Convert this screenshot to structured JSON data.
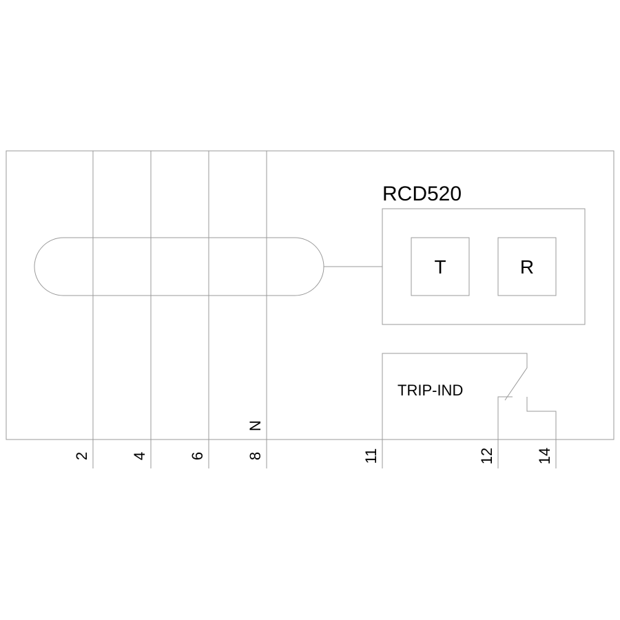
{
  "device": {
    "title": "RCD520",
    "test_button": "T",
    "reset_button": "R",
    "trip_indicator": "TRIP-IND",
    "neutral_label": "N"
  },
  "terminals": [
    "2",
    "4",
    "6",
    "8",
    "11",
    "12",
    "14"
  ]
}
